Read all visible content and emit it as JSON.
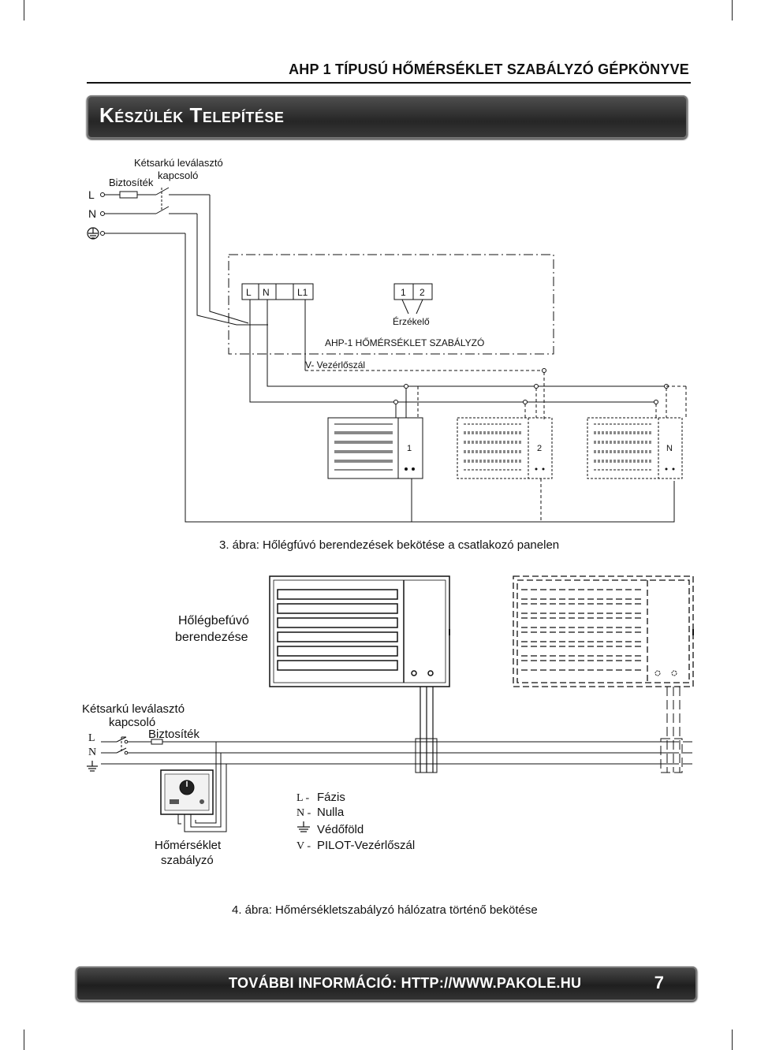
{
  "header": {
    "title": "AHP 1   TÍPUSÚ HŐMÉRSÉKLET SZABÁLYZÓ GÉPKÖNYVE"
  },
  "section": {
    "title": "Készülék Telepítése"
  },
  "fig3": {
    "switch_label_1": "Kétsarkú leválasztó",
    "switch_label_2": "kapcsoló",
    "fuse_label": "Biztosíték",
    "line_L": "L",
    "line_N": "N",
    "term_L": "L",
    "term_N": "N",
    "term_L1": "L1",
    "term_1": "1",
    "term_2": "2",
    "sensor_label": "Érzékelő",
    "controller_label": "AHP-1 HŐMÉRSÉKLET SZABÁLYZÓ",
    "v_label": "V- Vezérlőszál",
    "unit_1": "1",
    "unit_2": "2",
    "unit_n": "N",
    "caption": "3. ábra: Hőlégfúvó berendezések bekötése a csatlakozó panelen"
  },
  "fig4": {
    "device_label_1": "Hőlégbefúvó",
    "device_label_2": "berendezése",
    "switch_label_1": "Kétsarkú leválasztó",
    "switch_label_2": "kapcsoló",
    "fuse_label": "Biztosíték",
    "line_L": "L",
    "line_N": "N",
    "thermostat_label_1": "Hőmérséklet",
    "thermostat_label_2": "szabályzó",
    "legend": [
      {
        "symbol": "L -",
        "text": "Fázis"
      },
      {
        "symbol": "N -",
        "text": "Nulla"
      },
      {
        "symbol": "",
        "text": "Védőföld"
      },
      {
        "symbol": "V -",
        "text": "PILOT-Vezérlőszál"
      }
    ],
    "caption": "4. ábra: Hőmérsékletszabályzó hálózatra történő bekötése"
  },
  "footer": {
    "info": "TOVÁBBI INFORMÁCIÓ: HTTP://WWW.PAKOLE.HU",
    "page_number": "7"
  }
}
